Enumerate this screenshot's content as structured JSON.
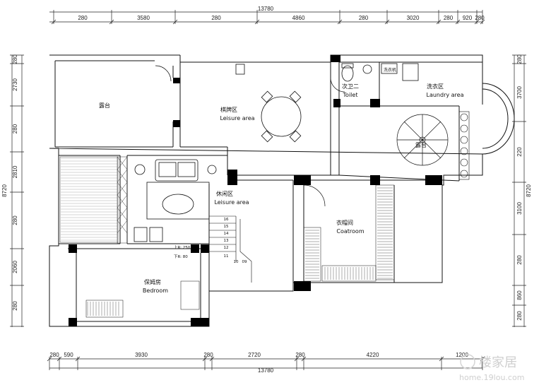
{
  "dimensions": {
    "total": "13780",
    "top": [
      "280",
      "3580",
      "280",
      "4860",
      "280",
      "3020",
      "280",
      "920",
      "280"
    ],
    "bottom": [
      "280",
      "590",
      "3930",
      "280",
      "2720",
      "280",
      "4220",
      "1200"
    ],
    "left_total": "8720",
    "left": [
      "280",
      "2730",
      "280",
      "2810",
      "280",
      "2060",
      "280"
    ],
    "right_total": "8720",
    "right": [
      "280",
      "3700",
      "220",
      "3100",
      "280",
      "860",
      "280"
    ]
  },
  "rooms": {
    "terrace_left": {
      "zh": "露台"
    },
    "chess_room": {
      "zh": "棋牌区",
      "en": "Leisure area"
    },
    "toilet": {
      "zh": "次卫二",
      "en": "Toilet"
    },
    "washer": {
      "zh": "洗衣机"
    },
    "laundry": {
      "zh": "洗衣区",
      "en": "Laundry area"
    },
    "terrace_right": {
      "zh": "露台"
    },
    "leisure": {
      "zh": "休闲区",
      "en": "Leisure area"
    },
    "coatroom": {
      "zh": "衣帽间",
      "en": "Coatroom"
    },
    "bedroom": {
      "zh": "保姆房",
      "en": "Bedroom"
    }
  },
  "stairs": {
    "steps": [
      "16",
      "15",
      "14",
      "13",
      "12",
      "11",
      "10",
      "09"
    ],
    "up": "上R: 250",
    "down": "下R: 80"
  },
  "watermark": {
    "brand": "楼家居",
    "url": "home.19lou.com"
  },
  "colors": {
    "line": "#111111",
    "wall": "#000000",
    "paper": "#ffffff",
    "watermark": "#cfcfcf"
  }
}
